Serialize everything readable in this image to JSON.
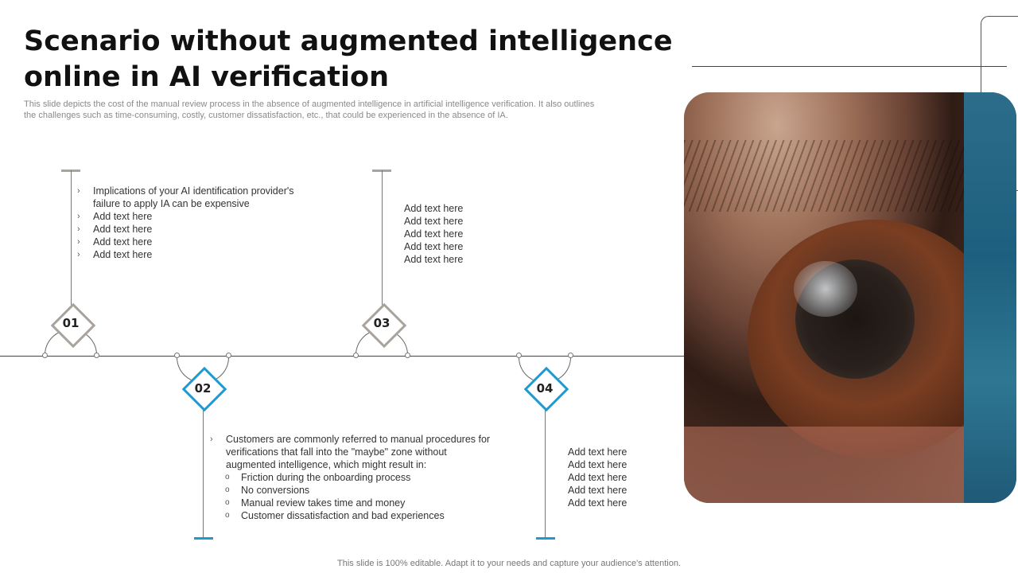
{
  "title": "Scenario without augmented intelligence online in AI verification",
  "subtitle": "This slide depicts the cost of the manual review process in the absence of augmented intelligence in artificial intelligence verification. It also outlines the challenges such as time-consuming, costly, customer dissatisfaction, etc., that could be experienced in the absence of IA.",
  "colors": {
    "grey": "#a8a39c",
    "blue": "#1d9bd1",
    "line": "#444444"
  },
  "steps": [
    {
      "number": "01",
      "color": "grey",
      "items": [
        "Implications of your AI identification provider's failure to apply IA can be expensive",
        "Add text here",
        "Add text here",
        "Add text here",
        "Add text here"
      ]
    },
    {
      "number": "02",
      "color": "blue",
      "intro": "Customers are commonly referred to manual procedures for verifications that fall into the \"maybe\" zone without augmented intelligence, which might result in:",
      "sub_items": [
        "Friction during the onboarding process",
        "No conversions",
        "Manual review takes time and money",
        "Customer dissatisfaction and bad experiences"
      ]
    },
    {
      "number": "03",
      "color": "grey",
      "items": [
        "Add text here",
        "Add text here",
        "Add text here",
        "Add text here",
        "Add text here"
      ]
    },
    {
      "number": "04",
      "color": "blue",
      "items": [
        "Add text here",
        "Add text here",
        "Add text here",
        "Add text here",
        "Add text here"
      ]
    }
  ],
  "bullet_glyph": "›",
  "sub_bullet_glyph": "o",
  "image": {
    "subject": "close-up brown eye photo"
  },
  "footer": "This slide is 100% editable. Adapt it to your needs and capture your audience's attention."
}
